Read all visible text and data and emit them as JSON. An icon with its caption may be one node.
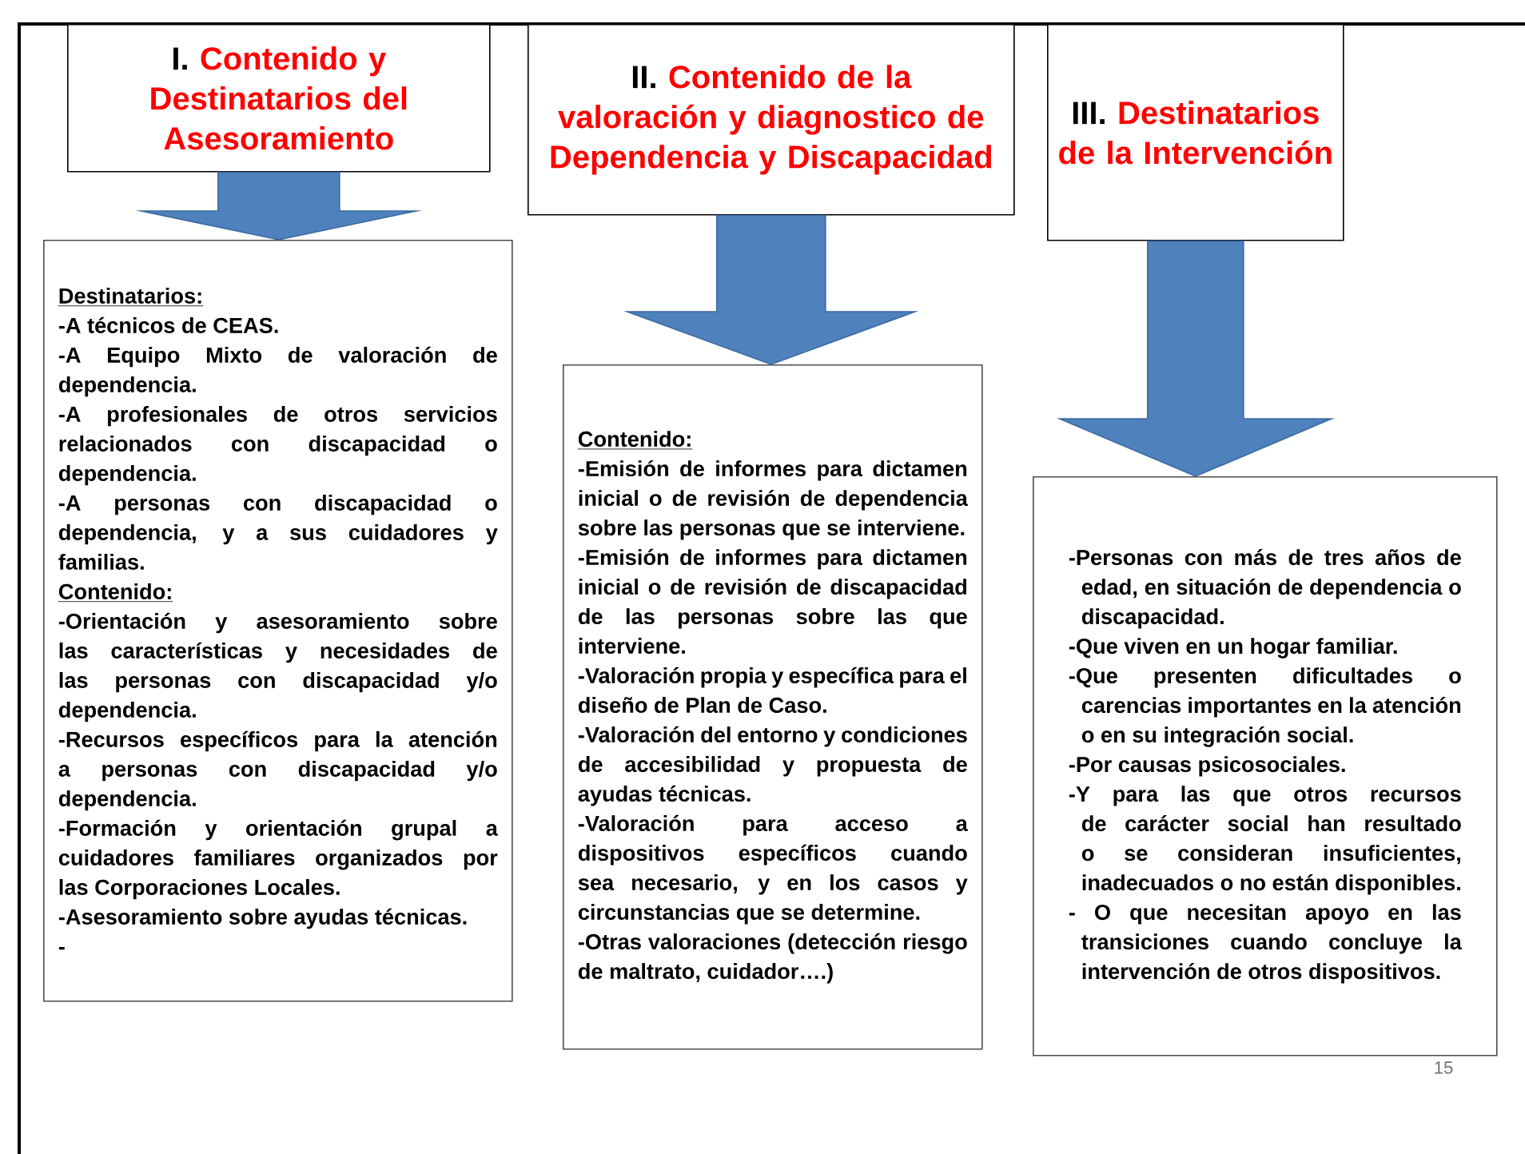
{
  "diagram": {
    "nodes": [
      {
        "text": [
          "I.",
          "Contenido y Destinatarios del Asesoramiento"
        ]
      },
      {
        "text": [
          "II.",
          "Contenido de la valoración y diagnostico de Dependencia y Discapacidad"
        ]
      },
      {
        "text": [
          "III.",
          "Destinatarios de la Intervención"
        ]
      },
      {
        "text": [
          "Destinatarios:",
          "-A técnicos de CEAS.",
          "-A Equipo Mixto de valoración de dependencia.",
          "-A profesionales de otros servicios relacionados con discapacidad o dependencia.",
          "-A personas con discapacidad o dependencia, y a sus cuidadores y familias.",
          "Contenido:",
          "-Orientación y asesoramiento sobre las características y necesidades de las personas con discapacidad y/o dependencia.",
          "-Recursos específicos para la atención a personas con discapacidad y/o dependencia.",
          "-Formación y orientación grupal a cuidadores familiares organizados por las Corporaciones Locales.",
          "-Asesoramiento sobre ayudas técnicas.",
          "-"
        ]
      },
      {
        "text": [
          "Contenido:",
          "-Emisión de informes para dictamen inicial o de revisión de dependencia sobre las personas que se interviene.",
          "-Emisión de informes para dictamen inicial o de revisión de discapacidad de las personas sobre las que interviene.",
          "-Valoración propia y específica para el diseño de Plan de Caso.",
          "-Valoración del entorno y condiciones de accesibilidad y propuesta de ayudas técnicas.",
          "-Valoración para acceso a dispositivos específicos cuando sea necesario, y en los casos y circunstancias que se determine.",
          "-Otras valoraciones (detección riesgo de maltrato, cuidador….)"
        ]
      },
      {
        "text": [
          "-Personas con más de tres años de edad, en situación de dependencia o discapacidad.",
          "-Que viven en un hogar familiar.",
          "-Que presenten dificultades o carencias importantes en la atención o en su integración social.",
          "-Por causas psicosociales.",
          "-Y para las que otros recursos de carácter social han resultado o se consideran insuficientes, inadecuados o no están disponibles.",
          "- O que necesitan apoyo en las transiciones cuando concluye la intervención de otros dispositivos."
        ]
      }
    ],
    "edges": [
      {
        "from": 0,
        "to": 3,
        "arrow": "to"
      },
      {
        "from": 1,
        "to": 4,
        "arrow": "to"
      },
      {
        "from": 2,
        "to": 5,
        "arrow": "to"
      }
    ],
    "labels": [
      "15"
    ]
  }
}
